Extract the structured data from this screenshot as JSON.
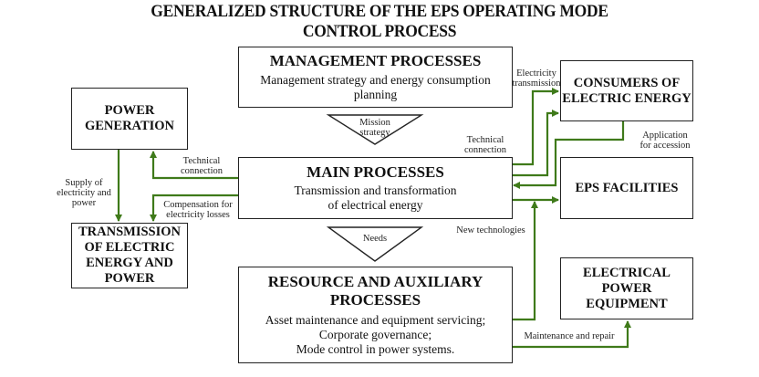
{
  "title": {
    "line1": "GENERALIZED STRUCTURE OF THE EPS OPERATING MODE",
    "line2": "CONTROL PROCESS"
  },
  "colors": {
    "arrow": "#3f7a1a",
    "border": "#222222"
  },
  "boxes": {
    "management": {
      "title": "MANAGEMENT PROCESSES",
      "subtitle": "Management strategy and energy consumption planning"
    },
    "main": {
      "title": "MAIN PROCESSES",
      "subtitle_line1": "Transmission and transformation",
      "subtitle_line2": "of electrical energy"
    },
    "resource": {
      "title_line1": "RESOURCE AND AUXILIARY",
      "title_line2": "PROCESSES",
      "items": [
        "Asset maintenance and equipment servicing;",
        "Corporate governance;",
        "Mode control in power systems."
      ]
    },
    "power_generation": {
      "line1": "POWER",
      "line2": "GENERATION"
    },
    "transmission": {
      "line1": "TRANSMISSION",
      "line2": "OF ELECTRIC",
      "line3": "ENERGY AND",
      "line4": "POWER"
    },
    "consumers": {
      "line1": "CONSUMERS OF",
      "line2": "ELECTRIC ENERGY"
    },
    "eps_facilities": {
      "line1": "EPS FACILITIES"
    },
    "equipment": {
      "line1": "ELECTRICAL",
      "line2": "POWER",
      "line3": "EQUIPMENT"
    }
  },
  "triangles": {
    "mission": {
      "line1": "Mission",
      "line2": "strategy"
    },
    "needs": {
      "line1": "Needs"
    }
  },
  "labels": {
    "supply": {
      "line1": "Supply of",
      "line2": "electricity and",
      "line3": "power"
    },
    "technical_left": {
      "line1": "Technical",
      "line2": "connection"
    },
    "compensation": {
      "line1": "Compensation for",
      "line2": "electricity losses"
    },
    "electricity_transmission": {
      "line1": "Electricity",
      "line2": "transmission"
    },
    "technical_right": {
      "line1": "Technical",
      "line2": "connection"
    },
    "application": {
      "line1": "Application",
      "line2": "for accession"
    },
    "new_tech": "New technologies",
    "maintenance": "Maintenance and repair"
  }
}
